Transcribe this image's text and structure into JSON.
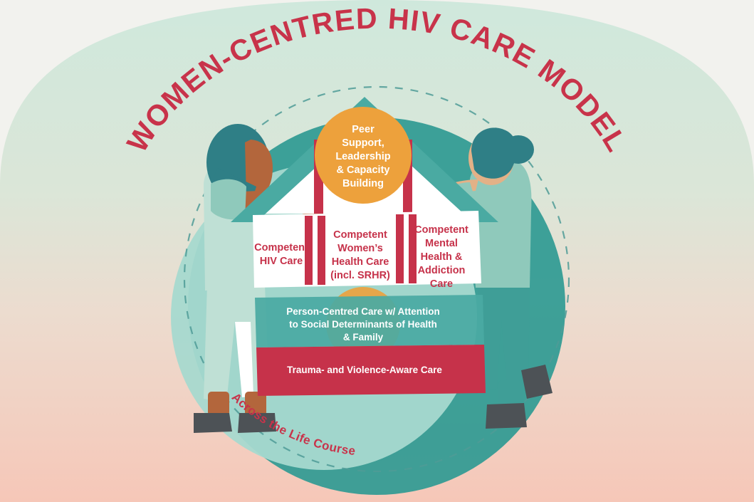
{
  "graphic": {
    "title_arc": "WOMEN-CENTRED HIV CARE MODEL",
    "bottom_arc": "Across the Life Course",
    "crown": {
      "label_line1": "Peer",
      "label_line2": "Support,",
      "label_line3": "Leadership",
      "label_line4": "& Capacity",
      "label_line5": "Building",
      "full_label": "Peer Support, Leadership & Capacity Building"
    },
    "pillars": [
      {
        "id": "competent-hiv-care",
        "lines": [
          "Competent",
          "HIV Care"
        ],
        "full_label": "Competent HIV Care"
      },
      {
        "id": "competent-womens-health-care",
        "lines": [
          "Competent",
          "Women’s",
          "Health Care",
          "(incl. SRHR)"
        ],
        "full_label": "Competent Women’s Health Care (incl. SRHR)"
      },
      {
        "id": "competent-mental-health-addiction-care",
        "lines": [
          "Competent",
          "Mental",
          "Health &",
          "Addiction",
          "Care"
        ],
        "full_label": "Competent Mental Health & Addiction Care"
      }
    ],
    "foundations": [
      {
        "id": "person-centred-care",
        "lines": [
          "Person-Centred Care w/ Attention",
          "to Social Determinants of Health",
          "& Family"
        ],
        "full_label": "Person-Centred Care w/ Attention to Social Determinants of Health & Family"
      },
      {
        "id": "trauma-violence-aware-care",
        "lines": [
          "Trauma- and Violence-Aware Care"
        ],
        "full_label": "Trauma- and Violence-Aware Care"
      }
    ],
    "colors": {
      "page_background": "#f2f2ee",
      "gradient_top": "#cfe8dc",
      "gradient_bottom": "#f6c7b8",
      "crimson": "#c6324a",
      "title_crimson": "#c8334a",
      "orange": "#eda13c",
      "teal": "#4aaaa2",
      "teal_dark": "#3f9e97",
      "teal_deep": "#2f9a93",
      "mint_light": "#a7d9cf",
      "mint_pale": "#cfe6dd",
      "white": "#ffffff",
      "skin_dark": "#b3663c",
      "skin_light": "#e3b187",
      "hair_teal": "#2f7f86",
      "boot_grey": "#4d5256",
      "scrub_mint": "#bfe0d5",
      "scrub_green": "#8fc9bb"
    }
  }
}
